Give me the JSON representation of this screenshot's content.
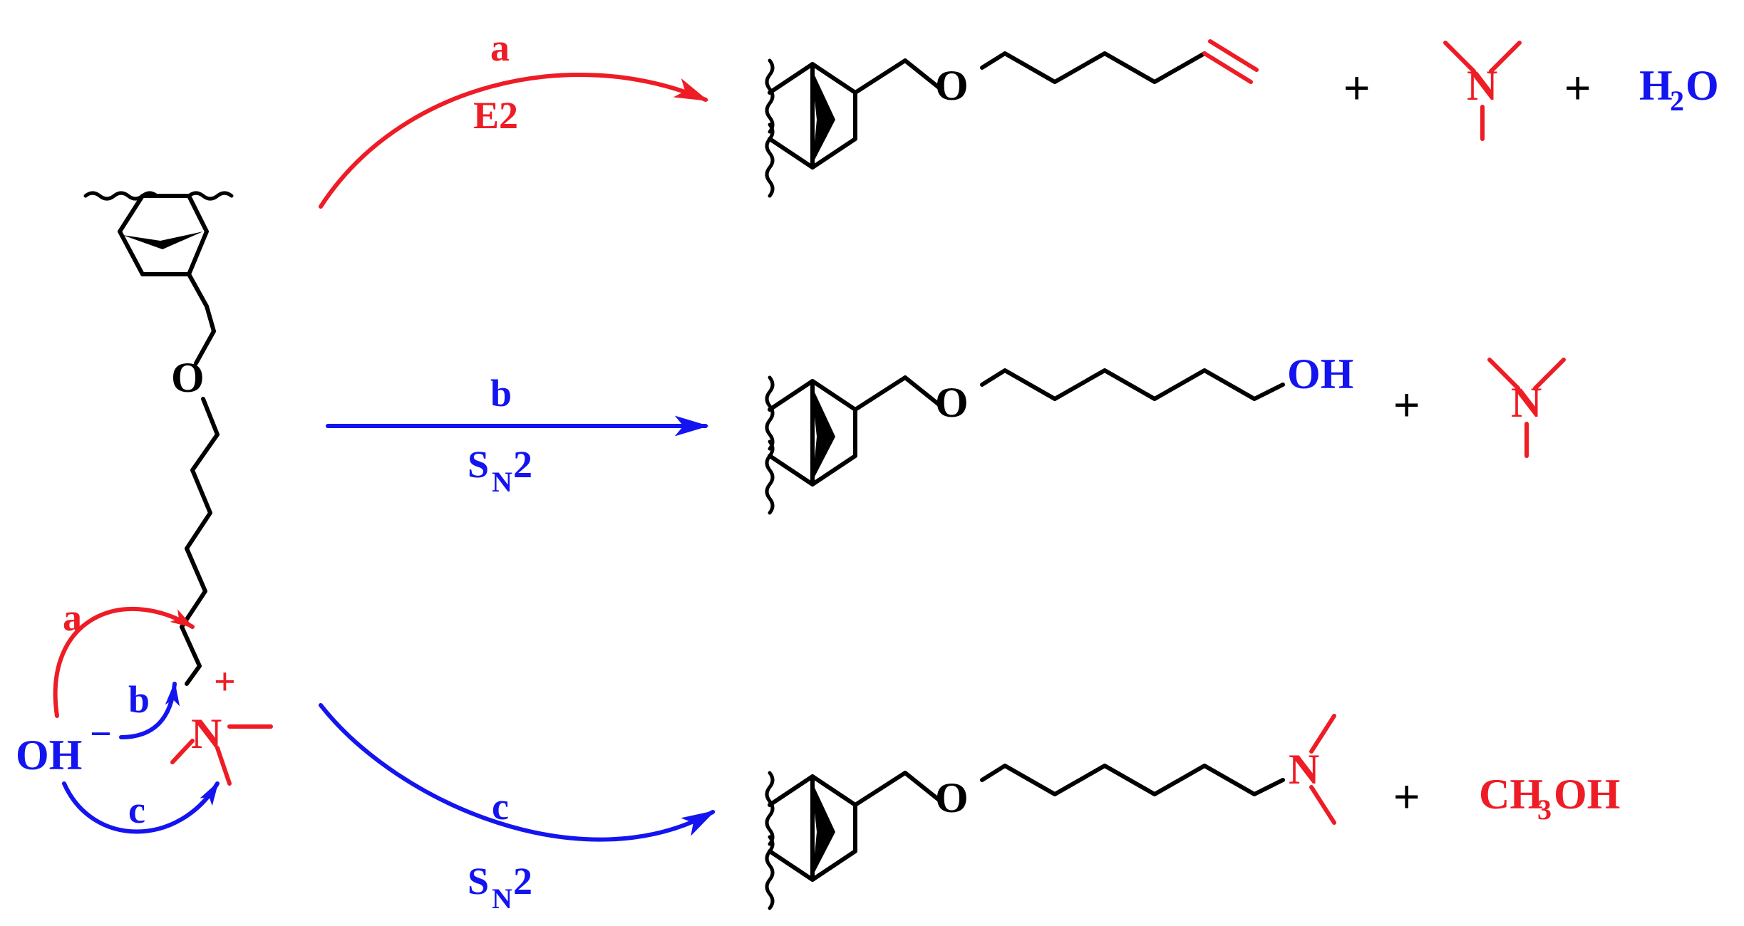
{
  "colors": {
    "red": "#ee1c25",
    "blue": "#1414f0",
    "black": "#000000"
  },
  "reactant": {
    "ether_o": "O",
    "nitrogen": "N",
    "charge_plus": "+",
    "hydroxide": "OH",
    "charge_minus": "−",
    "arrow_a": "a",
    "arrow_b": "b",
    "arrow_c": "c"
  },
  "pathway_a": {
    "letter": "a",
    "mechanism": "E2",
    "product_o": "O",
    "plus1": "+",
    "amine_n": "N",
    "plus2": "+",
    "water_h": "H",
    "water_sub": "2",
    "water_o": "O"
  },
  "pathway_b": {
    "letter": "b",
    "mech_s": "S",
    "mech_sub": "N",
    "mech_2": "2",
    "product_o": "O",
    "product_oh": "OH",
    "plus": "+",
    "amine_n": "N"
  },
  "pathway_c": {
    "letter": "c",
    "mech_s": "S",
    "mech_sub": "N",
    "mech_2": "2",
    "product_o": "O",
    "product_n": "N",
    "plus": "+",
    "methanol_ch": "CH",
    "methanol_sub": "3",
    "methanol_oh": "OH"
  }
}
